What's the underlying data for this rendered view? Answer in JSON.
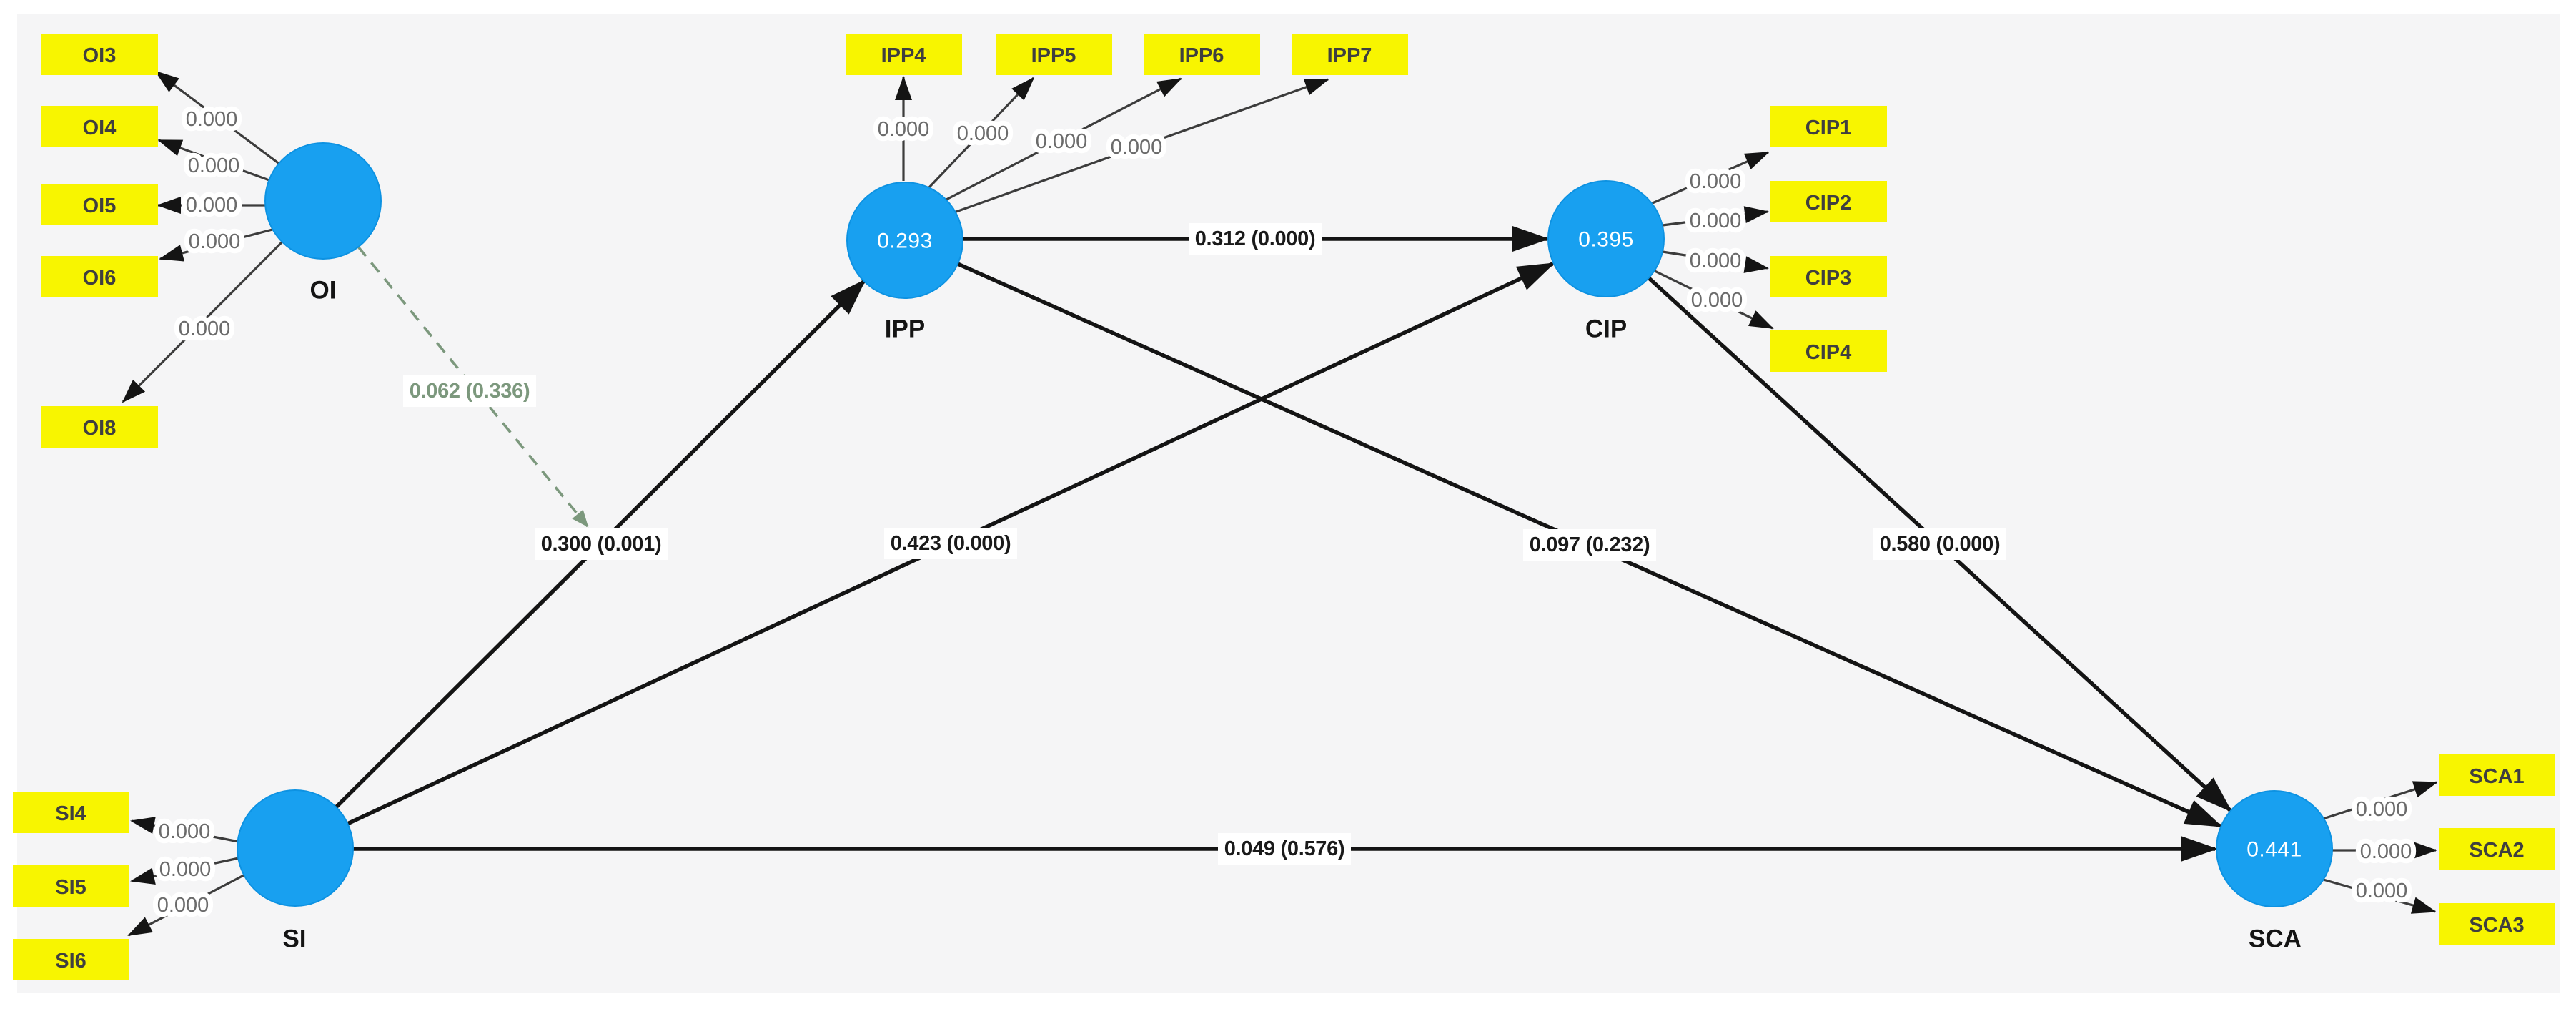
{
  "model": {
    "constructs": {
      "OI": {
        "label": "OI",
        "value": ""
      },
      "IPP": {
        "label": "IPP",
        "value": "0.293"
      },
      "CIP": {
        "label": "CIP",
        "value": "0.395"
      },
      "SI": {
        "label": "SI",
        "value": ""
      },
      "SCA": {
        "label": "SCA",
        "value": "0.441"
      }
    },
    "indicators": {
      "OI": [
        {
          "label": "OI3",
          "loading": "0.000"
        },
        {
          "label": "OI4",
          "loading": "0.000"
        },
        {
          "label": "OI5",
          "loading": "0.000"
        },
        {
          "label": "OI6",
          "loading": "0.000"
        },
        {
          "label": "OI8",
          "loading": "0.000"
        }
      ],
      "IPP": [
        {
          "label": "IPP4",
          "loading": "0.000"
        },
        {
          "label": "IPP5",
          "loading": "0.000"
        },
        {
          "label": "IPP6",
          "loading": "0.000"
        },
        {
          "label": "IPP7",
          "loading": "0.000"
        }
      ],
      "CIP": [
        {
          "label": "CIP1",
          "loading": "0.000"
        },
        {
          "label": "CIP2",
          "loading": "0.000"
        },
        {
          "label": "CIP3",
          "loading": "0.000"
        },
        {
          "label": "CIP4",
          "loading": "0.000"
        }
      ],
      "SI": [
        {
          "label": "SI4",
          "loading": "0.000"
        },
        {
          "label": "SI5",
          "loading": "0.000"
        },
        {
          "label": "SI6",
          "loading": "0.000"
        }
      ],
      "SCA": [
        {
          "label": "SCA1",
          "loading": "0.000"
        },
        {
          "label": "SCA2",
          "loading": "0.000"
        },
        {
          "label": "SCA3",
          "loading": "0.000"
        }
      ]
    },
    "paths": [
      {
        "id": "SI-IPP",
        "label": "0.300 (0.001)"
      },
      {
        "id": "SI-CIP",
        "label": "0.423 (0.000)"
      },
      {
        "id": "IPP-CIP",
        "label": "0.312 (0.000)"
      },
      {
        "id": "IPP-SCA",
        "label": "0.097 (0.232)"
      },
      {
        "id": "CIP-SCA",
        "label": "0.580 (0.000)"
      },
      {
        "id": "SI-SCA",
        "label": "0.049 (0.576)"
      },
      {
        "id": "OI-moderation-SI-IPP",
        "label": "0.062 (0.336)"
      }
    ],
    "colors": {
      "construct_fill": "#18a0f0",
      "indicator_fill": "#f8f500",
      "structural_path": "#141414",
      "moderation_path": "#7c987d",
      "loading_text": "#6b6b6b",
      "canvas": "#f5f5f6"
    }
  }
}
